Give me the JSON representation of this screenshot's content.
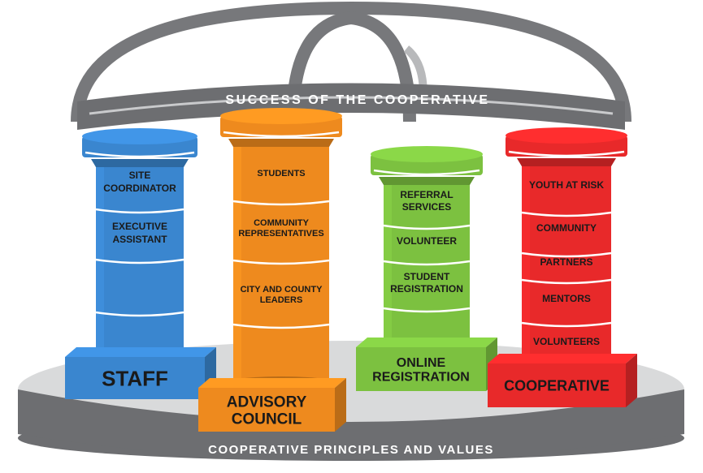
{
  "roof": {
    "title": "SUCCESS OF THE COOPERATIVE"
  },
  "foundation": {
    "title": "COOPERATIVE PRINCIPLES AND VALUES"
  },
  "pillars": [
    {
      "id": "staff",
      "color": "#3a86cf",
      "base_label": [
        "STAFF"
      ],
      "items": [
        [
          "SITE",
          "COORDINATOR"
        ],
        [
          "EXECUTIVE",
          "ASSISTANT"
        ]
      ]
    },
    {
      "id": "advisory-council",
      "color": "#ee8a1e",
      "base_label": [
        "ADVISORY",
        "COUNCIL"
      ],
      "items": [
        [
          "STUDENTS"
        ],
        [
          "COMMUNITY",
          "REPRESENTATIVES"
        ],
        [
          "CITY AND COUNTY",
          "LEADERS"
        ]
      ]
    },
    {
      "id": "online-registration",
      "color": "#7cc140",
      "base_label": [
        "ONLINE",
        "REGISTRATION"
      ],
      "items": [
        [
          "REFERRAL",
          "SERVICES"
        ],
        [
          "VOLUNTEER"
        ],
        [
          "STUDENT",
          "REGISTRATION"
        ]
      ]
    },
    {
      "id": "cooperative",
      "color": "#e8292a",
      "base_label": [
        "COOPERATIVE"
      ],
      "items": [
        [
          "YOUTH AT RISK"
        ],
        [
          "COMMUNITY"
        ],
        [
          "PARTNERS"
        ],
        [
          "MENTORS"
        ],
        [
          "VOLUNTEERS"
        ]
      ]
    }
  ]
}
